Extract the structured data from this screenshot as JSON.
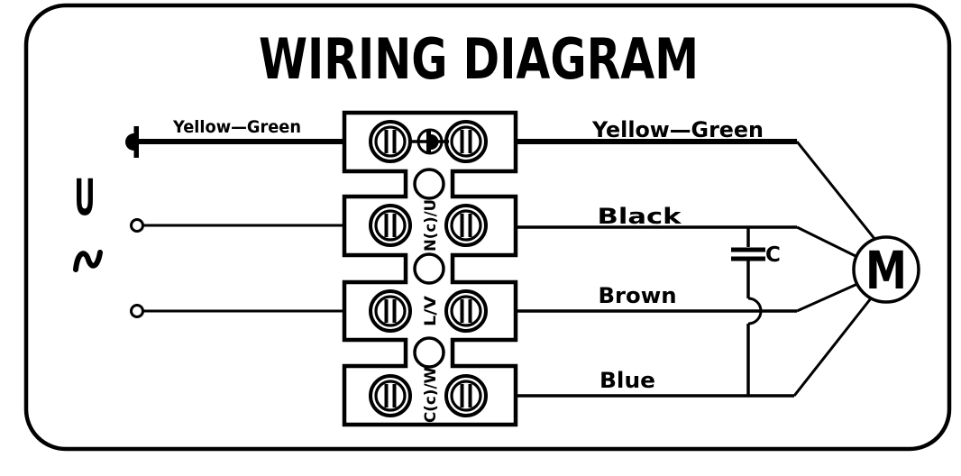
{
  "title": "WIRING DIAGRAM",
  "source": {
    "phase_label": "U",
    "ac_symbol": "~"
  },
  "left_wire": {
    "label": "Yellow—Green"
  },
  "right_wires": [
    {
      "label": "Yellow—Green"
    },
    {
      "label": "Black"
    },
    {
      "label": "Brown"
    },
    {
      "label": "Blue"
    }
  ],
  "terminal_block": {
    "labels": [
      "N(c)/U",
      "L/V",
      "C(c)/W"
    ]
  },
  "capacitor": {
    "label": "C"
  },
  "motor": {
    "label": "M"
  },
  "colors": {
    "ink": "#000000",
    "background": "#ffffff"
  }
}
